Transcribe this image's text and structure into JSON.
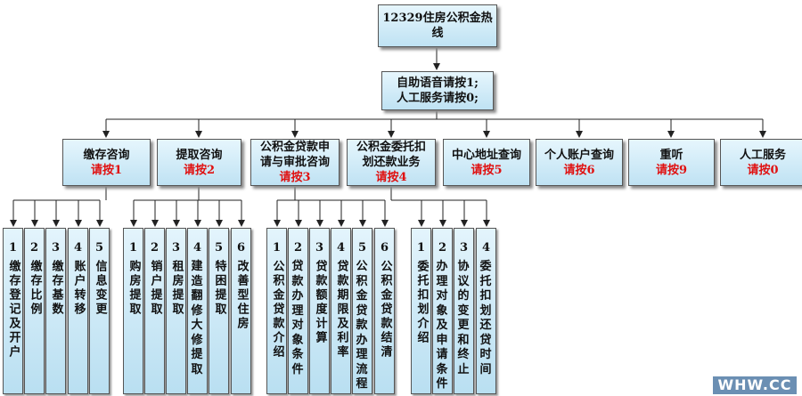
{
  "root": {
    "title": "12329住房公积金热线"
  },
  "menu": {
    "line1": "自助语音请按1;",
    "line2": "人工服务请按0;"
  },
  "categories": [
    {
      "name": "缴存咨询",
      "key": "请按1"
    },
    {
      "name": "提取咨询",
      "key": "请按2"
    },
    {
      "name": "公积金贷款申请与审批咨询",
      "key": "请按3"
    },
    {
      "name": "公积金委托扣划还款业务",
      "key": "请按4"
    },
    {
      "name": "中心地址查询",
      "key": "请按5"
    },
    {
      "name": "个人账户查询",
      "key": "请按6"
    },
    {
      "name": "重听",
      "key": "请按9"
    },
    {
      "name": "人工服务",
      "key": "请按0"
    }
  ],
  "groups": [
    [
      {
        "num": "1",
        "text": "缴存登记及开户"
      },
      {
        "num": "2",
        "text": "缴存比例"
      },
      {
        "num": "3",
        "text": "缴存基数"
      },
      {
        "num": "4",
        "text": "账户转移"
      },
      {
        "num": "5",
        "text": "信息变更"
      }
    ],
    [
      {
        "num": "1",
        "text": "购房提取"
      },
      {
        "num": "2",
        "text": "销户提取"
      },
      {
        "num": "3",
        "text": "租房提取"
      },
      {
        "num": "4",
        "text": "建造翻修大修提取"
      },
      {
        "num": "5",
        "text": "特困提取"
      },
      {
        "num": "6",
        "text": "改善型住房"
      }
    ],
    [
      {
        "num": "1",
        "text": "公积金贷款介绍"
      },
      {
        "num": "2",
        "text": "贷款办理对象条件"
      },
      {
        "num": "3",
        "text": "贷款额度计算"
      },
      {
        "num": "4",
        "text": "贷款期限及利率"
      },
      {
        "num": "5",
        "text": "公积金贷款办理流程"
      },
      {
        "num": "6",
        "text": "公积金贷款结清"
      }
    ],
    [
      {
        "num": "1",
        "text": "委托扣划介绍"
      },
      {
        "num": "2",
        "text": "办理对象及申请条件"
      },
      {
        "num": "3",
        "text": "协议的变更和终止"
      },
      {
        "num": "4",
        "text": "委托扣划还贷时间"
      }
    ]
  ],
  "watermark": "WHW.CC",
  "colors": {
    "box_top": "#e6f6fd",
    "box_bottom": "#bfe2f3",
    "key_text": "#e01010",
    "watermark_bg": "#6b8fb3"
  }
}
